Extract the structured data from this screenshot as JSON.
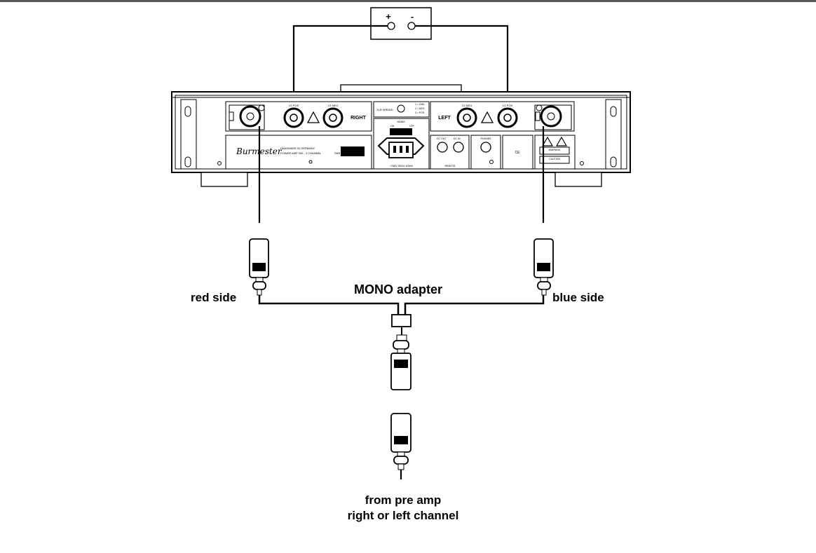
{
  "speaker": {
    "plus": "+",
    "minus": "-"
  },
  "amp_panel": {
    "right_label": "RIGHT",
    "left_label": "LEFT",
    "ls_neg": "LS NEG",
    "ls_pos": "LS POS",
    "xlr_wiring": "XLR WIRING",
    "pins": [
      "1 = GND",
      "2 = NEG",
      "3 = POS"
    ],
    "mains": "MAINS",
    "on": "ON",
    "off": "OFF",
    "voltage": "~230V  50Hz  400W",
    "dc_out": "DC OUT",
    "dc_in": "DC IN",
    "remote": "REMOTE",
    "phones": "PHONES",
    "ce": "CE",
    "brand": "Burmester",
    "made_in": "HANDMADE IN GERMANY",
    "model": "POWER AMP 939 - 2 CHANNEL",
    "serial_prefix": "SNR",
    "warning": "WARNING",
    "caution": "CAUTION"
  },
  "labels": {
    "red_side": "red side",
    "blue_side": "blue side",
    "mono_adapter": "MONO adapter",
    "from_pre_amp_line1": "from pre amp",
    "from_pre_amp_line2": "right or left channel"
  }
}
